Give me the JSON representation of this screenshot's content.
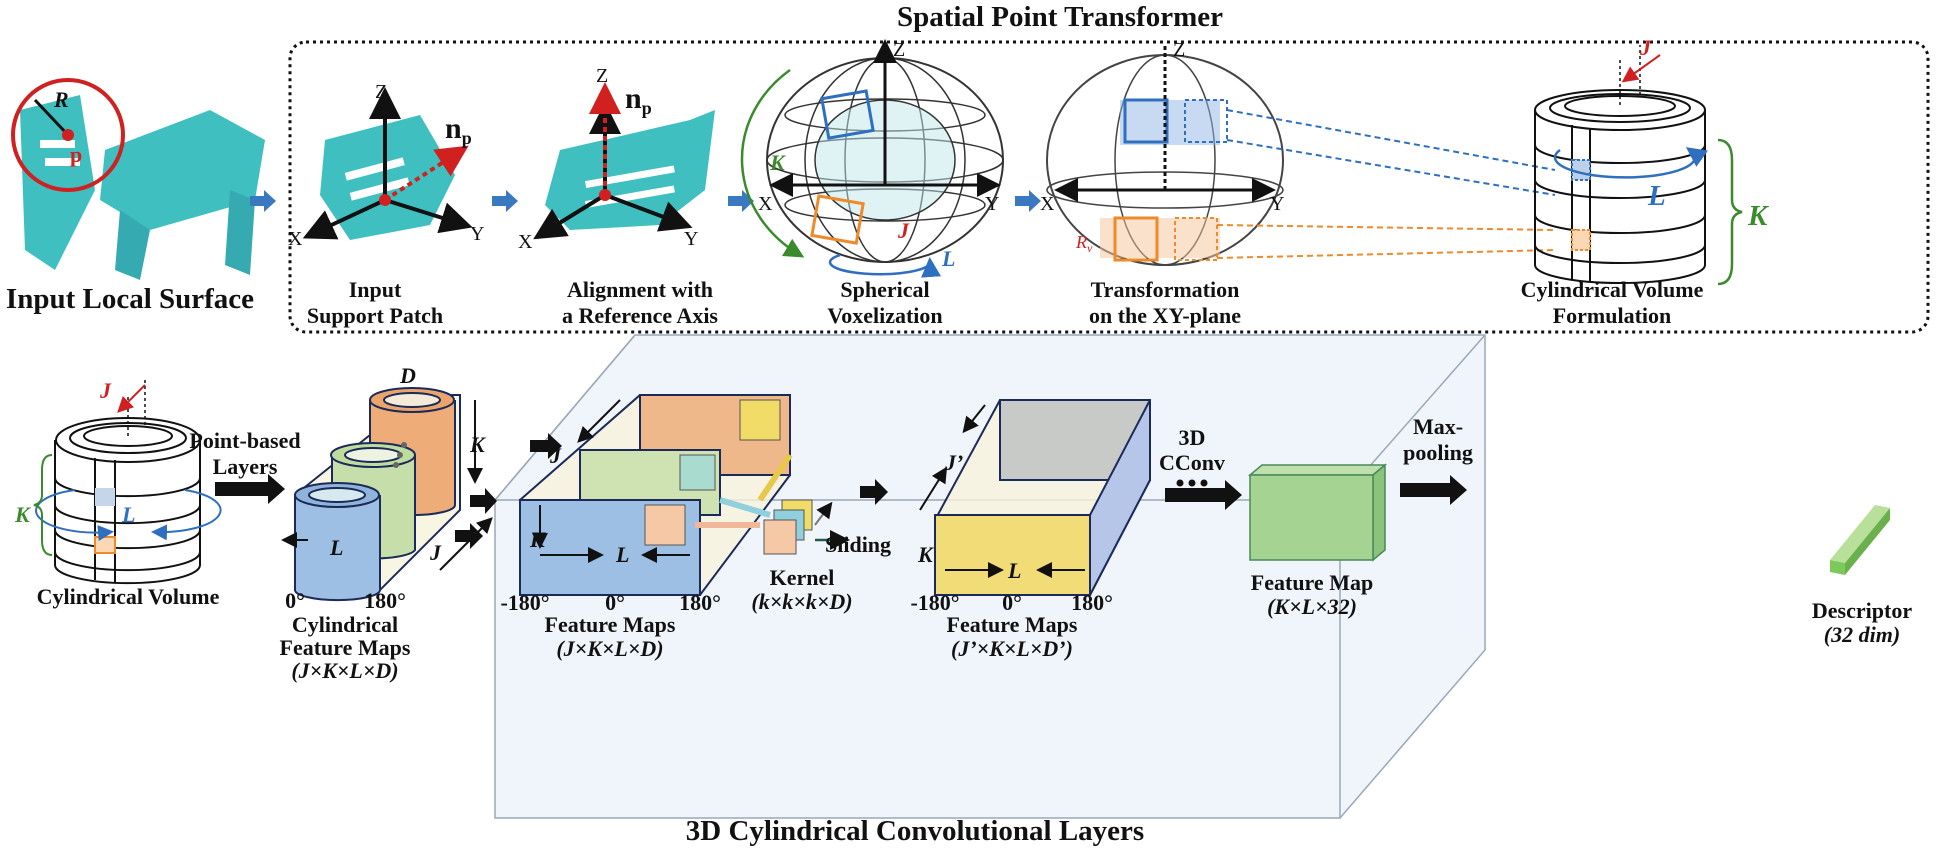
{
  "title": "Spatial Point Transformer",
  "input_label": "Input Local Surface",
  "input_marks": {
    "radius": "R",
    "point": "p"
  },
  "stages": [
    {
      "line1": "Input",
      "line2": "Support Patch"
    },
    {
      "line1": "Alignment with",
      "line2": "a Reference Axis"
    },
    {
      "line1": "Spherical",
      "line2": "Voxelization"
    },
    {
      "line1": "Transformation",
      "line2": "on the XY-plane"
    },
    {
      "line1": "Cylindrical Volume",
      "line2": "Formulation"
    }
  ],
  "axes": {
    "x": "X",
    "y": "Y",
    "z": "Z",
    "normal": "n",
    "normal_sub": "p"
  },
  "dims": {
    "K": "K",
    "L": "L",
    "J": "J",
    "D": "D",
    "Jp": "J’",
    "Rv": "R",
    "Rv_sub": "v"
  },
  "bottom": {
    "cyl_volume": "Cylindrical Volume",
    "point_based": [
      "Point-based",
      "Layers"
    ],
    "cyl_maps": {
      "deg0": "0°",
      "deg180": "180°",
      "line1": "Cylindrical",
      "line2": "Feature Maps",
      "line3": "(J×K×L×D)"
    },
    "fm1": {
      "neg180": "-180°",
      "deg0": "0°",
      "deg180": "180°",
      "line1": "Feature Maps",
      "line2": "(J×K×L×D)"
    },
    "kernel": {
      "line1": "Kernel",
      "line2": "(k×k×k×D)",
      "sliding": "Sliding"
    },
    "fm2": {
      "neg180": "-180°",
      "deg0": "0°",
      "deg180": "180°",
      "line1": "Feature Maps",
      "line2": "(J’×K×L×D’)"
    },
    "cconv": [
      "3D",
      "CConv"
    ],
    "feature_map": {
      "line1": "Feature Map",
      "line2": "(K×L×32)"
    },
    "maxpool": [
      "Max-",
      "pooling"
    ],
    "descriptor": {
      "line1": "Descriptor",
      "line2": "(32 dim)"
    },
    "section_title": "3D Cylindrical Convolutional Layers"
  },
  "colors": {
    "teal": "#3fbfc0",
    "blue_arrow": "#3a78c0",
    "red": "#d02020",
    "green": "#3c8a2e",
    "orange": "#ee8a2a",
    "blue": "#2f6fc0"
  }
}
